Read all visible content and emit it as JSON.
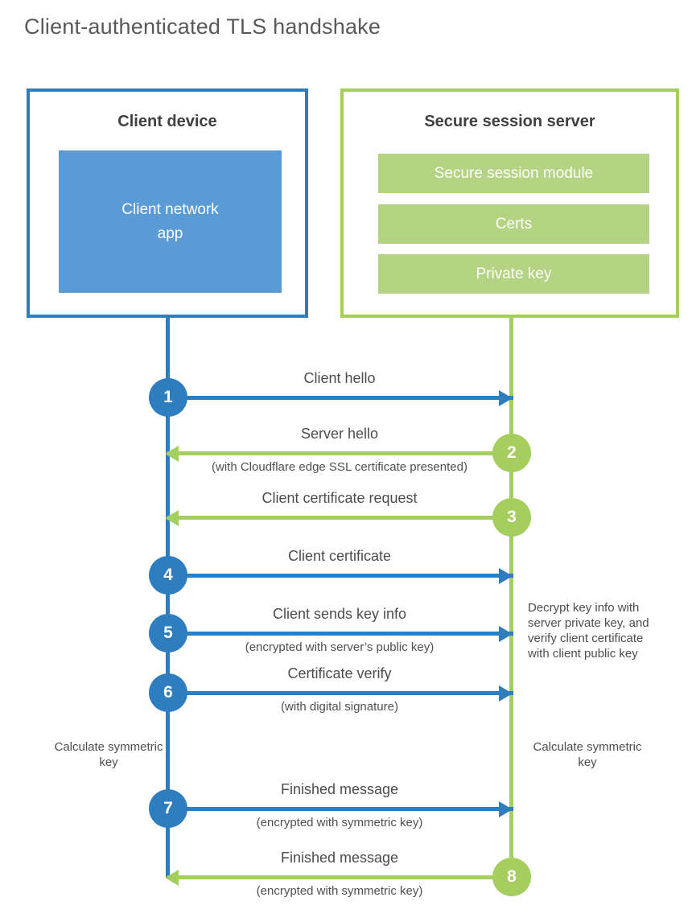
{
  "title": "Client-authenticated TLS handshake",
  "colors": {
    "blue": "#2e7dbe",
    "blue_fill": "#5b9bd5",
    "green": "#a4ce5e",
    "green_fill": "#b5d483"
  },
  "client": {
    "title": "Client device",
    "module": "Client network\napp"
  },
  "server": {
    "title": "Secure session server",
    "modules": [
      "Secure session module",
      "Certs",
      "Private key"
    ]
  },
  "steps": [
    {
      "num": "1",
      "label": "Client hello",
      "sublabel": "",
      "direction": "right",
      "color": "blue"
    },
    {
      "num": "2",
      "label": "Server hello",
      "sublabel": "(with Cloudflare edge SSL certificate presented)",
      "direction": "left",
      "color": "green"
    },
    {
      "num": "3",
      "label": "Client certificate request",
      "sublabel": "",
      "direction": "left",
      "color": "green"
    },
    {
      "num": "4",
      "label": "Client certificate",
      "sublabel": "",
      "direction": "right",
      "color": "blue"
    },
    {
      "num": "5",
      "label": "Client sends key info",
      "sublabel": "(encrypted with server’s public key)",
      "direction": "right",
      "color": "blue"
    },
    {
      "num": "6",
      "label": "Certificate verify",
      "sublabel": "(with digital signature)",
      "direction": "right",
      "color": "blue"
    },
    {
      "num": "7",
      "label": "Finished message",
      "sublabel": "(encrypted with symmetric key)",
      "direction": "right",
      "color": "blue"
    },
    {
      "num": "8",
      "label": "Finished message",
      "sublabel": "(encrypted with symmetric key)",
      "direction": "left",
      "color": "green"
    }
  ],
  "annotations": {
    "decrypt_note": "Decrypt key info with server private key, and verify client certificate with client public key",
    "calc_left": "Calculate symmetric key",
    "calc_right": "Calculate symmetric key"
  }
}
